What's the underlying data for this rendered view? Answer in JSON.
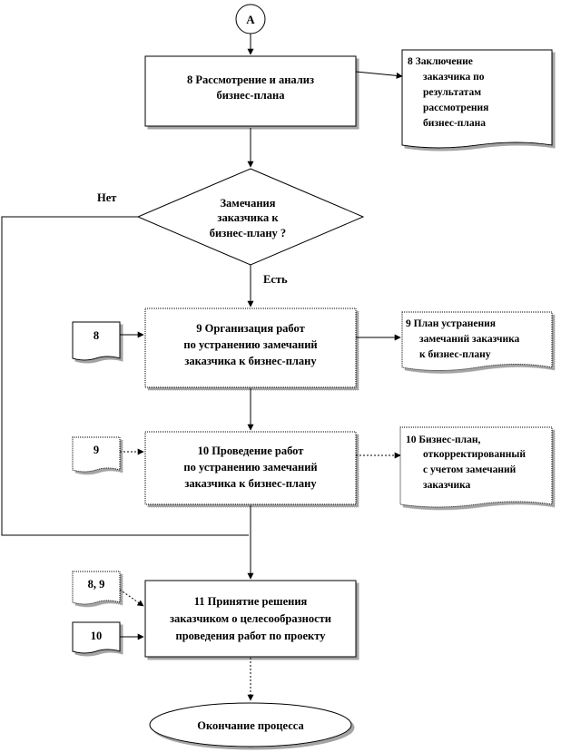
{
  "connector": {
    "label": "А"
  },
  "processes": {
    "p8": {
      "lines": [
        "8  Рассмотрение и анализ",
        "бизнес-плана"
      ]
    },
    "p9": {
      "lines": [
        "9  Организация работ",
        "по устранению замечаний",
        "заказчика к бизнес-плану"
      ]
    },
    "p10": {
      "lines": [
        "10  Проведение работ",
        "по устранению замечаний",
        "заказчика к бизнес-плану"
      ]
    },
    "p11": {
      "lines": [
        "11  Принятие решения",
        "заказчиком  о целесообразности",
        "проведения работ по проекту"
      ]
    }
  },
  "decision": {
    "lines": [
      "Замечания",
      "заказчика к",
      "бизнес-плану ?"
    ],
    "no_label": "Нет",
    "yes_label": "Есть"
  },
  "documents": {
    "out8": {
      "lines": [
        "8  Заключение",
        "заказчика по",
        "результатам",
        "рассмотрения",
        "бизнес-плана"
      ]
    },
    "out9": {
      "lines": [
        "9  План устранения",
        "замечаний заказчика",
        "к бизнес-плану"
      ]
    },
    "out10": {
      "lines": [
        "10  Бизнес-план,",
        "откорректированный",
        "с учетом замечаний",
        "заказчика"
      ]
    },
    "in8": {
      "label": "8"
    },
    "in9": {
      "label": "9"
    },
    "in89": {
      "label": "8, 9"
    },
    "in10": {
      "label": "10"
    }
  },
  "terminal": {
    "label": "Окончание процесса"
  }
}
